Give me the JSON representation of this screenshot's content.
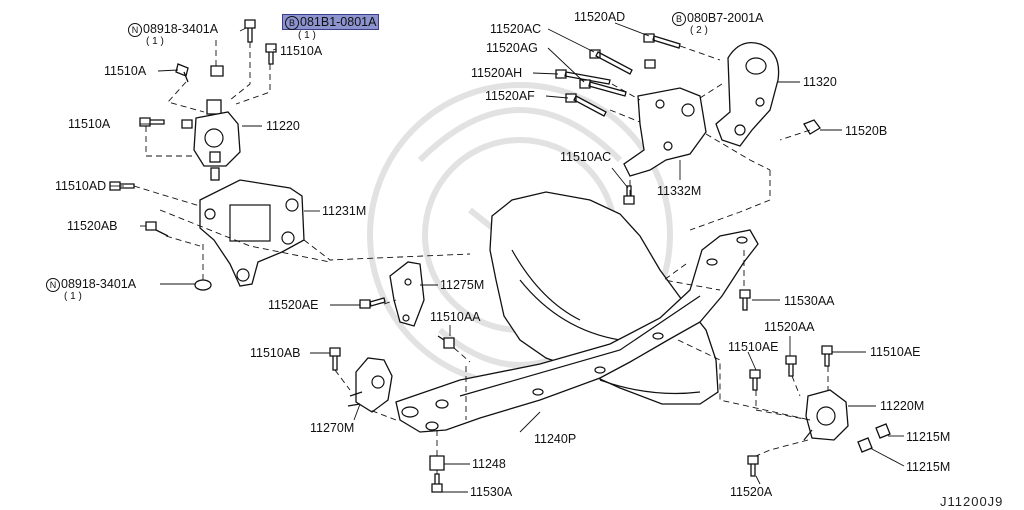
{
  "diagram_id": "J11200J9",
  "highlight_color": "#8d93cf",
  "labels": {
    "n_08918_3401a_top": {
      "prefix": "N",
      "text": "08918-3401A",
      "qty": "( 1 )"
    },
    "b_081b1_0801a": {
      "prefix": "B",
      "text": "081B1-0801A",
      "qty": "( 1 )"
    },
    "l_11510a_a": "11510A",
    "l_11510a_b": "11510A",
    "l_11510a_c": "11510A",
    "l_11220": "11220",
    "l_11510ad": "11510AD",
    "l_11231m": "11231M",
    "l_11520ab": "11520AB",
    "n_08918_3401a_bottom": {
      "prefix": "N",
      "text": "08918-3401A",
      "qty": "( 1 )"
    },
    "l_11520ac_top": "11520AC",
    "l_11520ad": "11520AD",
    "b_080b7_2001a": {
      "prefix": "B",
      "text": "080B7-2001A",
      "qty": "( 2 )"
    },
    "l_11520ag": "11520AG",
    "l_11520ah": "11520AH",
    "l_11520af": "11520AF",
    "l_11320": "11320",
    "l_11520b": "11520B",
    "l_11510ac": "11510AC",
    "l_11332m": "11332M",
    "l_11275m": "11275M",
    "l_11520ae": "11520AE",
    "l_11510aa": "11510AA",
    "l_11510ab": "11510AB",
    "l_11270m": "11270M",
    "l_11240p": "11240P",
    "l_11248": "11248",
    "l_11530a": "11530A",
    "l_11530aa": "11530AA",
    "l_11520aa": "11520AA",
    "l_11510ae_a": "11510AE",
    "l_11510ae_b": "11510AE",
    "l_11220m": "11220M",
    "l_11215m_a": "11215M",
    "l_11215m_b": "11215M",
    "l_11520a": "11520A"
  }
}
